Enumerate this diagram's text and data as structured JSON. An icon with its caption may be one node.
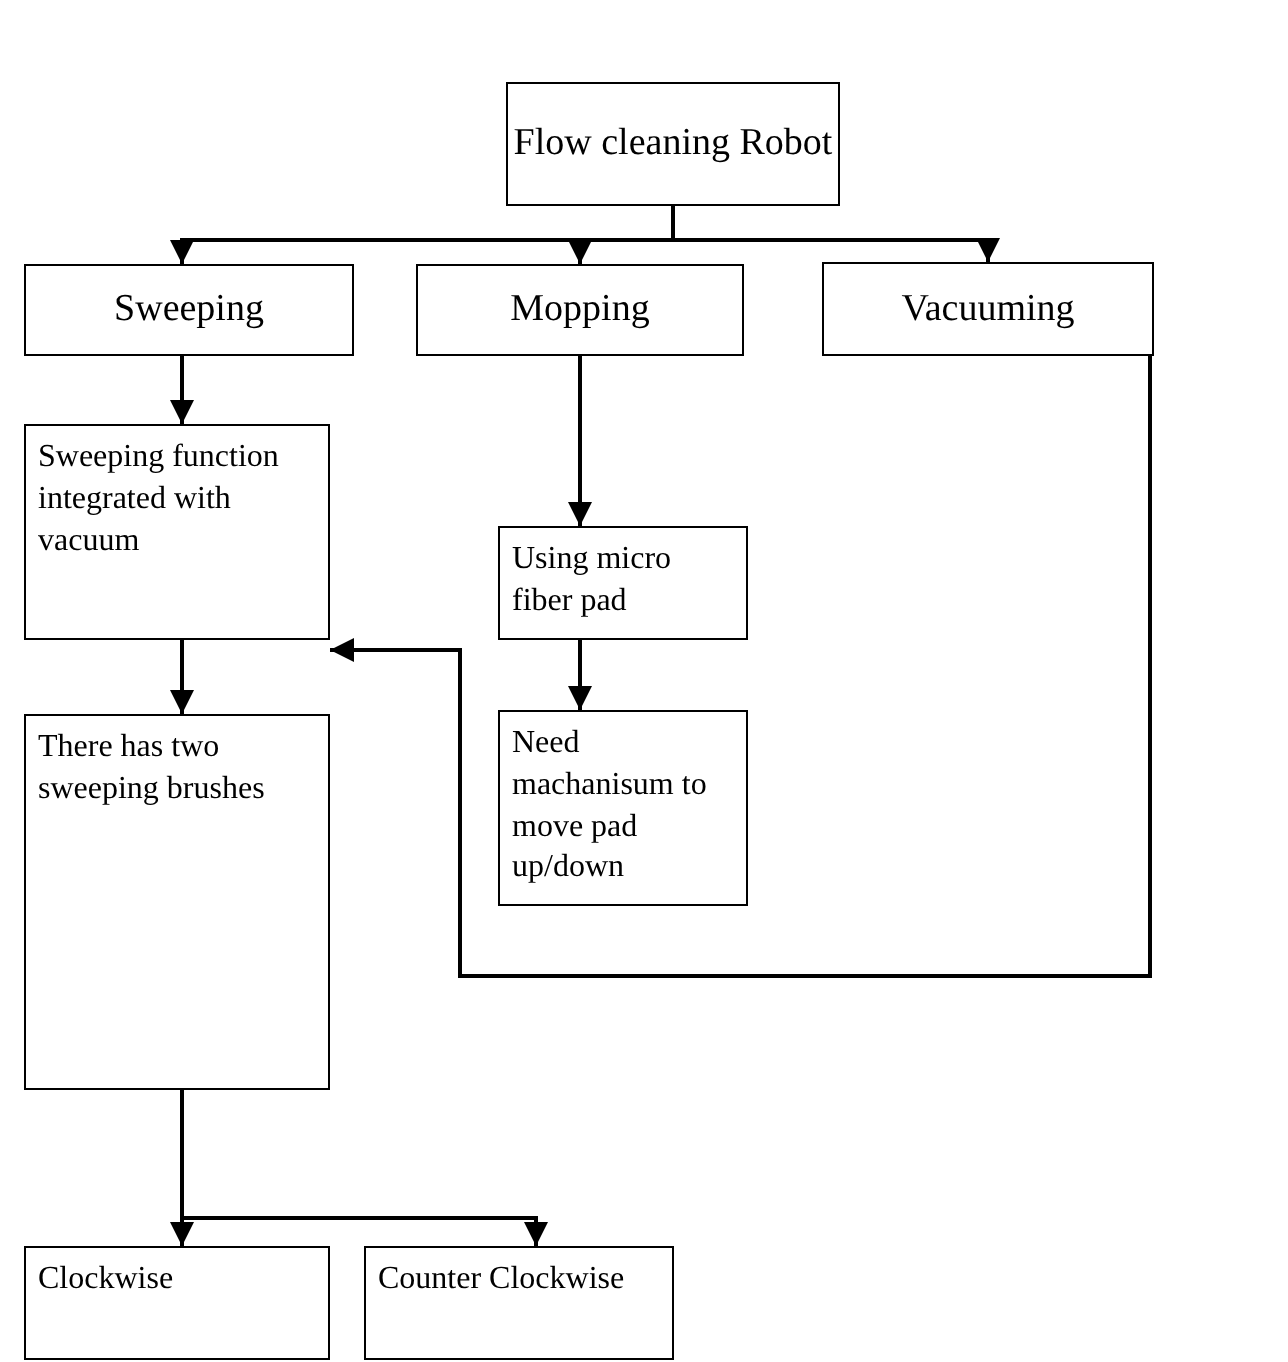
{
  "diagram": {
    "nodes": [
      {
        "text": [
          "Flow cleaning Robot"
        ]
      },
      {
        "text": [
          "Sweeping"
        ]
      },
      {
        "text": [
          "Mopping"
        ]
      },
      {
        "text": [
          "Vacuuming"
        ]
      },
      {
        "text": [
          "Sweeping function integrated with vacuum"
        ]
      },
      {
        "text": [
          "Using micro fiber pad"
        ]
      },
      {
        "text": [
          "Need machanisum to move pad up/down"
        ]
      },
      {
        "text": [
          "There has two sweeping brushes"
        ]
      },
      {
        "text": [
          "Clockwise"
        ]
      },
      {
        "text": [
          "Counter Clockwise"
        ]
      }
    ],
    "edges": [
      {
        "from": 0,
        "to": 1,
        "arrow": "to"
      },
      {
        "from": 0,
        "to": 2,
        "arrow": "to"
      },
      {
        "from": 0,
        "to": 3,
        "arrow": "to"
      },
      {
        "from": 1,
        "to": 4,
        "arrow": "to"
      },
      {
        "from": 2,
        "to": 5,
        "arrow": "to"
      },
      {
        "from": 5,
        "to": 6,
        "arrow": "to"
      },
      {
        "from": 3,
        "to": 4,
        "arrow": "to"
      },
      {
        "from": 4,
        "to": 7,
        "arrow": "to"
      },
      {
        "from": 7,
        "to": 8,
        "arrow": "to"
      },
      {
        "from": 7,
        "to": 9,
        "arrow": "to"
      }
    ]
  }
}
